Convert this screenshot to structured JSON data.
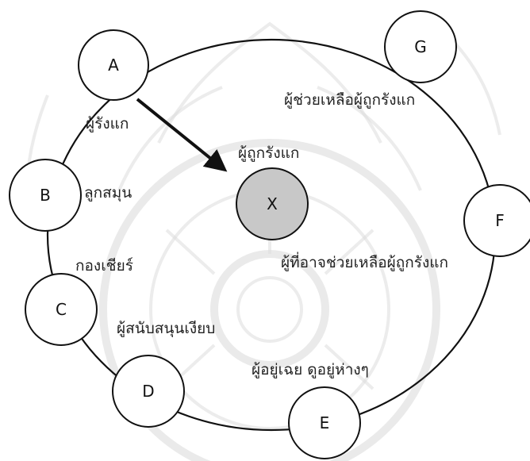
{
  "diagram": {
    "center_node": {
      "label": "X",
      "role": "ผู้ถูกรังแก",
      "fill": "#c8c8c8"
    },
    "nodes": [
      {
        "id": "A",
        "label": "A",
        "role": "ผู้รังแก"
      },
      {
        "id": "B",
        "label": "B",
        "role": "ลูกสมุน"
      },
      {
        "id": "C",
        "label": "C",
        "role": "กองเชียร์"
      },
      {
        "id": "D",
        "label": "D",
        "role": "ผู้สนับสนุนเงียบ"
      },
      {
        "id": "E",
        "label": "E",
        "role": "ผู้อยู่เฉย ดูอยู่ห่างๆ"
      },
      {
        "id": "F",
        "label": "F",
        "role": "ผู้ที่อาจช่วยเหลือผู้ถูกรังแก"
      },
      {
        "id": "G",
        "label": "G",
        "role": "ผู้ช่วยเหลือผู้ถูกรังแก"
      }
    ],
    "arrow": {
      "from": "A",
      "to": "X"
    },
    "colors": {
      "stroke": "#111111",
      "node_fill": "#ffffff",
      "watermark": "#d9d9d9"
    }
  }
}
